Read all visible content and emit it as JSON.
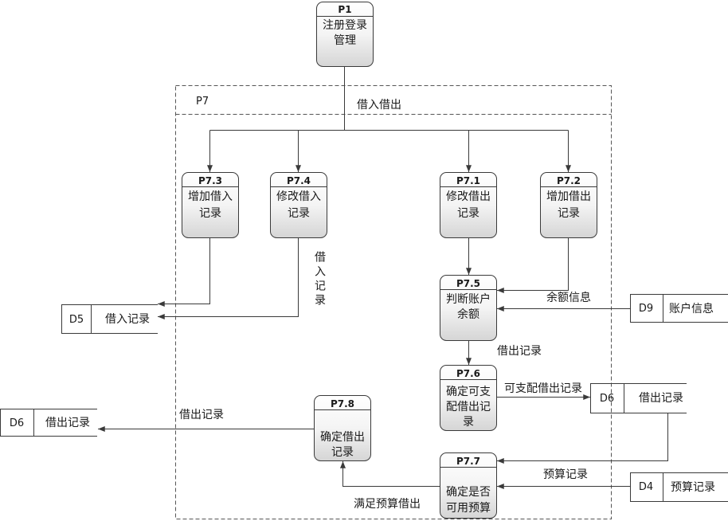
{
  "boundary": {
    "id": "P7",
    "title": "借入借出"
  },
  "processes": {
    "p1": {
      "id": "P1",
      "lines": [
        "注册登录",
        "管理"
      ]
    },
    "p7_3": {
      "id": "P7.3",
      "lines": [
        "增加借入",
        "记录"
      ]
    },
    "p7_4": {
      "id": "P7.4",
      "lines": [
        "修改借入",
        "记录"
      ]
    },
    "p7_1": {
      "id": "P7.1",
      "lines": [
        "修改借出",
        "记录"
      ]
    },
    "p7_2": {
      "id": "P7.2",
      "lines": [
        "增加借出",
        "记录"
      ]
    },
    "p7_5": {
      "id": "P7.5",
      "lines": [
        "判断账户",
        "余额"
      ]
    },
    "p7_6": {
      "id": "P7.6",
      "lines": [
        "确定可支",
        "配借出记",
        "录"
      ]
    },
    "p7_7": {
      "id": "P7.7",
      "lines": [
        "确定是否",
        "可用预算"
      ]
    },
    "p7_8": {
      "id": "P7.8",
      "lines": [
        "确定借出",
        "记录"
      ]
    }
  },
  "stores": {
    "d5": {
      "id": "D5",
      "name": "借入记录"
    },
    "d9": {
      "id": "D9",
      "name": "账户信息"
    },
    "d6_right": {
      "id": "D6",
      "name": "借出记录"
    },
    "d4": {
      "id": "D4",
      "name": "预算记录"
    },
    "d6_left": {
      "id": "D6",
      "name": "借出记录"
    }
  },
  "flows": {
    "borrow_in_record": "借入记录",
    "balance_info": "余额信息",
    "lend_record": "借出记录",
    "disposable_lend_record": "可支配借出记录",
    "lend_record_out": "借出记录",
    "budget_record": "预算记录",
    "meets_budget": "满足预算借出"
  }
}
